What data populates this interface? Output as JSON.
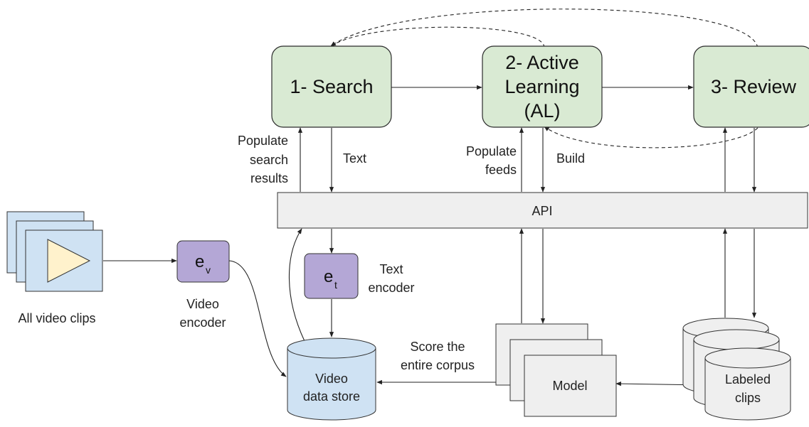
{
  "stages": {
    "search": "1- Search",
    "active_learning": [
      "2- Active",
      "Learning",
      "(AL)"
    ],
    "review": "3- Review"
  },
  "api": "API",
  "arrow_labels": {
    "populate_search_results": [
      "Populate",
      "search",
      "results"
    ],
    "text": "Text",
    "populate_feeds": [
      "Populate",
      "feeds"
    ],
    "build": "Build",
    "score_corpus": [
      "Score the",
      "entire corpus"
    ]
  },
  "video_clips": {
    "label": "All video clips"
  },
  "video_encoder": {
    "symbol": "e",
    "subscript": "v",
    "label": [
      "Video",
      "encoder"
    ]
  },
  "text_encoder": {
    "symbol": "e",
    "subscript": "t",
    "label": [
      "Text",
      "encoder"
    ]
  },
  "video_store": [
    "Video",
    "data store"
  ],
  "model": "Model",
  "labeled_clips": [
    "Labeled",
    "clips"
  ],
  "colors": {
    "stage_fill": "#d9ead3",
    "encoder_fill": "#b4a7d6",
    "clip_fill": "#cfe2f3",
    "play_icon_fill": "#fff2cc",
    "neutral_fill": "#efefef"
  }
}
